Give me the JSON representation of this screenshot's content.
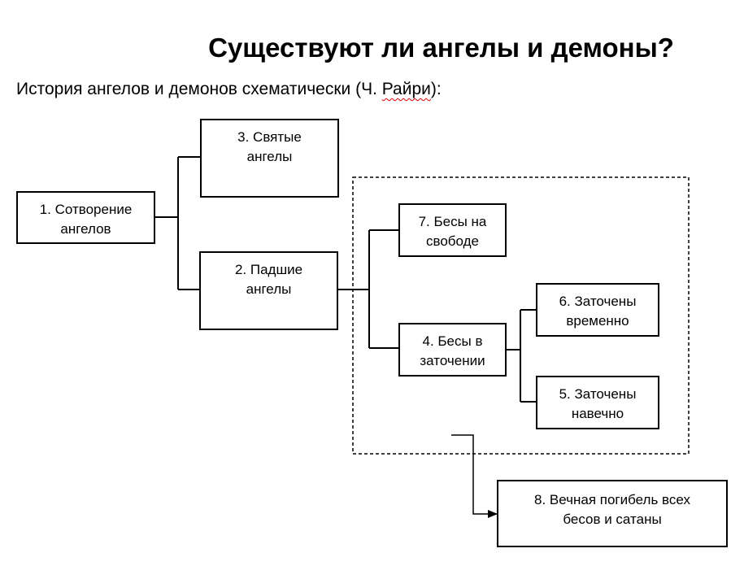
{
  "title": "Существуют ли ангелы и демоны?",
  "subtitle": {
    "before": "История ангелов и демонов схематически (Ч. ",
    "marked": "Райри",
    "after": "):"
  },
  "nodes": {
    "creation": {
      "line1": "1. Сотворение",
      "line2": "ангелов"
    },
    "fallen": {
      "line1": "2. Падшие",
      "line2": "ангелы"
    },
    "holy": {
      "line1": "3. Святые",
      "line2": "ангелы"
    },
    "imprisoned": {
      "line1": "4. Бесы в",
      "line2": "заточении"
    },
    "forever": {
      "line1": "5. Заточены",
      "line2": "навечно"
    },
    "temporary": {
      "line1": "6. Заточены",
      "line2": "временно"
    },
    "free": {
      "line1": "7. Бесы на",
      "line2": "свободе"
    },
    "perdition": {
      "line1": "8. Вечная погибель всех",
      "line2": "бесов и сатаны"
    }
  },
  "colors": {
    "lines": "#000000",
    "spellcheck_underline": "#d40000"
  }
}
